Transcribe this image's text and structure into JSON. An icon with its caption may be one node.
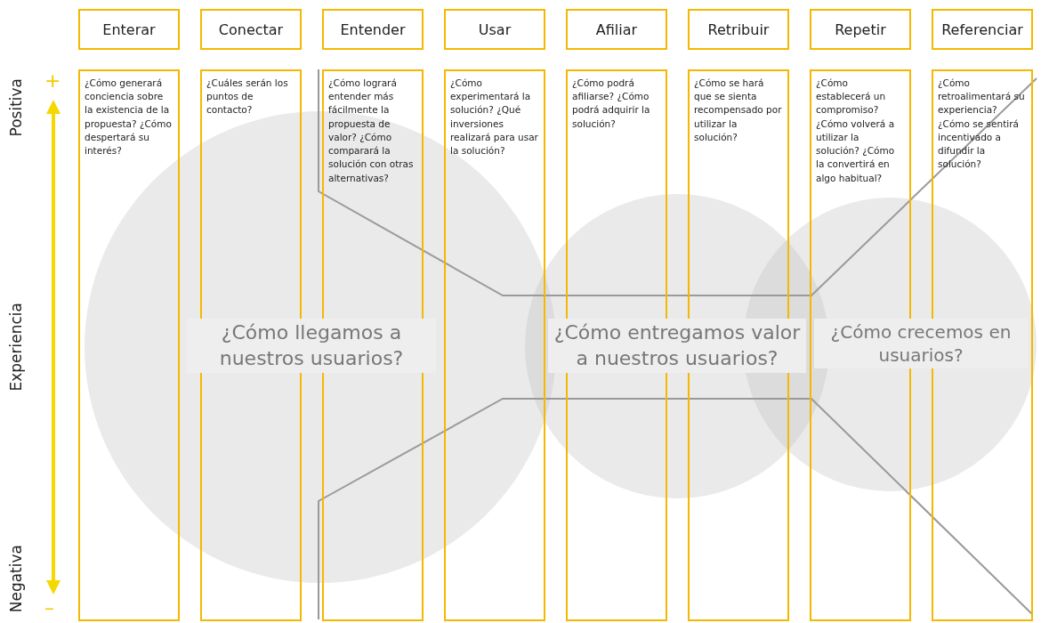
{
  "diagram": {
    "nodes": [
      {
        "text": [
          "Enterar"
        ]
      },
      {
        "text": [
          "Conectar"
        ]
      },
      {
        "text": [
          "Entender"
        ]
      },
      {
        "text": [
          "Usar"
        ]
      },
      {
        "text": [
          "Afiliar"
        ]
      },
      {
        "text": [
          "Retribuir"
        ]
      },
      {
        "text": [
          "Repetir"
        ]
      },
      {
        "text": [
          "Referenciar"
        ]
      },
      {
        "text": [
          "¿Cómo generará conciencia sobre la existencia de la propuesta? ¿Cómo despertará su interés?"
        ]
      },
      {
        "text": [
          "¿Cuáles serán los puntos de contacto?"
        ]
      },
      {
        "text": [
          "¿Cómo logrará entender más fácilmente la propuesta de valor? ¿Cómo comparará la solución con otras alternativas?"
        ]
      },
      {
        "text": [
          "¿Cómo experimentará la solución? ¿Qué inversiones realizará para usar la solución?"
        ]
      },
      {
        "text": [
          "¿Cómo podrá afiliarse? ¿Cómo podrá adquirir la solución?"
        ]
      },
      {
        "text": [
          "¿Cómo se hará que se sienta recompensado por utilizar la solución?"
        ]
      },
      {
        "text": [
          "¿Cómo establecerá un compromiso? ¿Cómo volverá a utilizar la solución? ¿Cómo la convertirá en algo habitual?"
        ]
      },
      {
        "text": [
          "¿Cómo retroalimentará su experiencia? ¿Cómo se sentirá incentivado a difundir la solución?"
        ]
      },
      {
        "text": [
          "¿Cómo llegamos a nuestros usuarios?"
        ]
      },
      {
        "text": [
          "¿Cómo entregamos valor a nuestros usuarios?"
        ]
      },
      {
        "text": [
          "¿Cómo crecemos en usuarios?"
        ]
      }
    ],
    "labels": [
      "Positiva",
      "+",
      "Experiencia",
      "Negativa",
      "–"
    ]
  }
}
